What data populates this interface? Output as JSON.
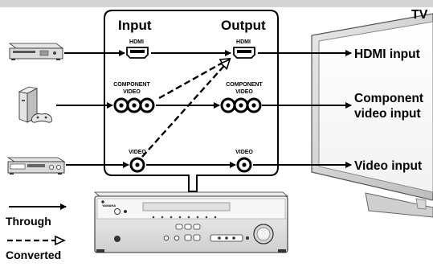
{
  "labels": {
    "input_header": "Input",
    "output_header": "Output",
    "tv": "TV",
    "hdmi_in": "HDMI",
    "hdmi_out": "HDMI",
    "component_in_1": "COMPONENT",
    "component_in_2": "VIDEO",
    "component_out_1": "COMPONENT",
    "component_out_2": "VIDEO",
    "video_in": "VIDEO",
    "video_out": "VIDEO",
    "tv_hdmi": "HDMI input",
    "tv_component_1": "Component",
    "tv_component_2": "video input",
    "tv_video": "Video input",
    "receiver_brand": "YAMAHA"
  },
  "legend": {
    "through": "Through",
    "converted": "Converted"
  }
}
